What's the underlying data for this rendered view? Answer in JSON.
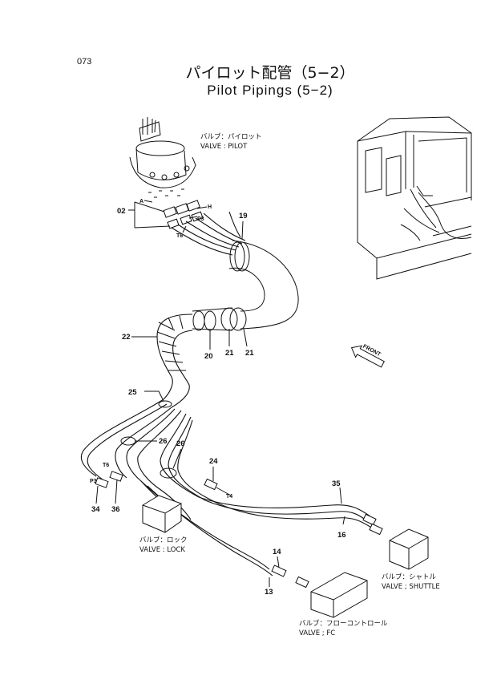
{
  "page_number": "073",
  "title_jp": "パイロット配管（5−2）",
  "title_en": "Pilot Pipings (5−2)",
  "components": {
    "valve_pilot": {
      "jp": "バルブ：パイロット",
      "en": "VALVE : PILOT"
    },
    "valve_lock": {
      "jp": "バルブ：ロック",
      "en": "VALVE : LOCK"
    },
    "valve_shuttle": {
      "jp": "バルブ：シャトル",
      "en": "VALVE ; SHUTTLE"
    },
    "valve_fc": {
      "jp": "バルブ：フローコントロール",
      "en": "VALVE ; FC"
    }
  },
  "front_label": "FRONT",
  "port_labels": {
    "A": "A",
    "H": "H",
    "P3": "P3",
    "T6": "T6",
    "T4": "T4",
    "P3b": "P3",
    "T6b": "T6"
  },
  "part_numbers": {
    "p02": "02",
    "p19": "19",
    "p22": "22",
    "p20": "20",
    "p21a": "21",
    "p21b": "21",
    "p25": "25",
    "p26a": "26",
    "p26b": "26",
    "p24": "24",
    "p35": "35",
    "p16": "16",
    "p34": "34",
    "p36": "36",
    "p14": "14",
    "p13": "13"
  }
}
